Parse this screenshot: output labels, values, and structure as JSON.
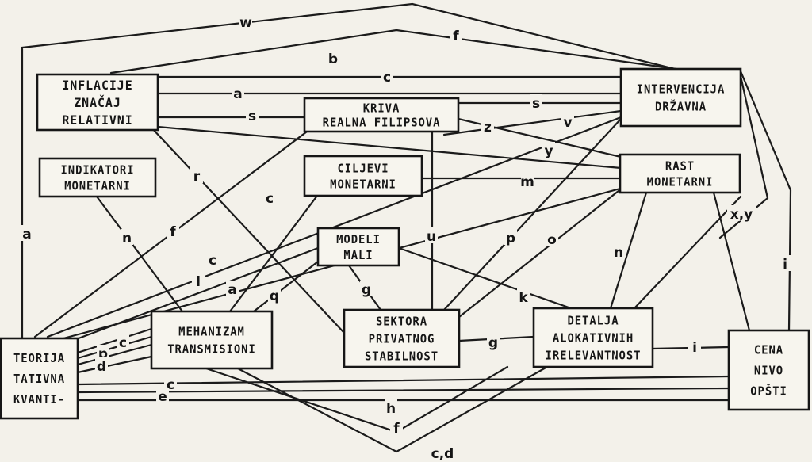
{
  "nodes": [
    {
      "id": "inflacije",
      "lines": [
        "INFLACIJE",
        "ZNAČAJ",
        "RELATIVNI"
      ]
    },
    {
      "id": "kriva",
      "lines": [
        "KRIVA",
        "REALNA FILIPSOVA"
      ]
    },
    {
      "id": "intervencija",
      "lines": [
        "INTERVENCIJA",
        "DRŽAVNA"
      ]
    },
    {
      "id": "indikatori",
      "lines": [
        "INDIKATORI",
        "MONETARNI"
      ]
    },
    {
      "id": "ciljevi",
      "lines": [
        "CILJEVI",
        "MONETARNI"
      ]
    },
    {
      "id": "rast",
      "lines": [
        "RAST",
        "MONETARNI"
      ]
    },
    {
      "id": "modeli",
      "lines": [
        "MODELI",
        "MALI"
      ]
    },
    {
      "id": "mehanizam",
      "lines": [
        "MEHANIZAM",
        "TRANSMISIONI"
      ]
    },
    {
      "id": "sektora",
      "lines": [
        "SEKTORA",
        "PRIVATNOG",
        "STABILNOST"
      ]
    },
    {
      "id": "detalja",
      "lines": [
        "DETALJA",
        "ALOKATIVNIH",
        "IRELEVANTNOST"
      ]
    },
    {
      "id": "teorija",
      "lines": [
        "TEORIJA",
        "TATIVNA",
        "KVANTI-"
      ]
    },
    {
      "id": "cena",
      "lines": [
        "CENA",
        "NIVO",
        "OPŠTI"
      ]
    }
  ],
  "edge_labels": [
    "w",
    "f",
    "b",
    "c",
    "a",
    "s",
    "s",
    "z",
    "v",
    "y",
    "m",
    "c",
    "f",
    "n",
    "r",
    "c",
    "l",
    "a",
    "q",
    "g",
    "u",
    "p",
    "o",
    "n",
    "k",
    "x,y",
    "i",
    "a",
    "c",
    "p",
    "d",
    "g",
    "i",
    "c",
    "e",
    "h",
    "f",
    "c,d"
  ],
  "colors": {
    "ink": "#161616",
    "paper": "#f3f1ea"
  }
}
